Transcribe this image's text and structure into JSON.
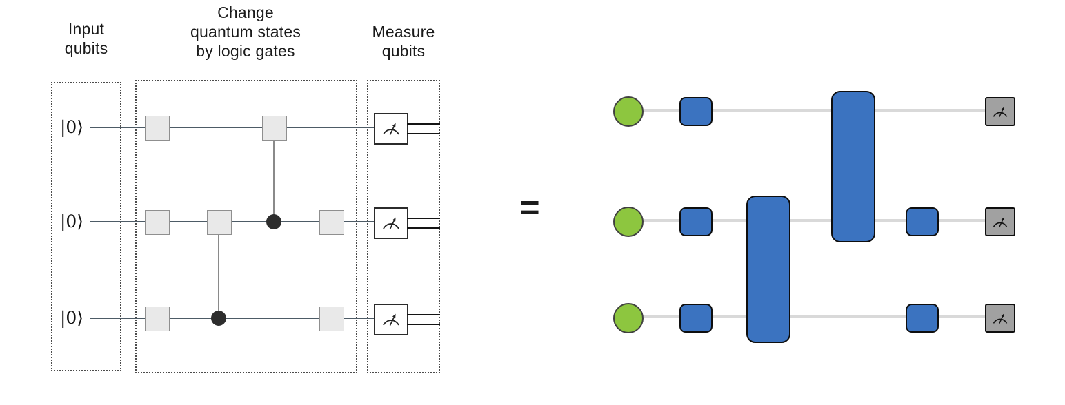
{
  "labels": {
    "input": [
      "Input",
      "qubits"
    ],
    "gates": [
      "Change",
      "quantum states",
      "by logic gates"
    ],
    "measure": [
      "Measure",
      "qubits"
    ]
  },
  "equals": "=",
  "left_circuit": {
    "num_qubits": 3,
    "inputs": [
      "|0⟩",
      "|0⟩",
      "|0⟩"
    ],
    "gate_boxes": [
      {
        "qubit": 1,
        "column": 1
      },
      {
        "qubit": 1,
        "column": 3
      },
      {
        "qubit": 2,
        "column": 1
      },
      {
        "qubit": 2,
        "column": 2
      },
      {
        "qubit": 2,
        "column": 4
      },
      {
        "qubit": 3,
        "column": 1
      },
      {
        "qubit": 3,
        "column": 4
      }
    ],
    "controlled_gates": [
      {
        "control_qubit": 2,
        "target_qubit": 1,
        "column": 3
      },
      {
        "control_qubit": 3,
        "target_qubit": 2,
        "column": 2
      }
    ],
    "measurements": [
      1,
      2,
      3
    ]
  },
  "right_circuit": {
    "num_qubits": 3,
    "input_nodes": 3,
    "single_qubit_gates": [
      {
        "qubit": 1,
        "column": 1
      },
      {
        "qubit": 2,
        "column": 1
      },
      {
        "qubit": 3,
        "column": 1
      },
      {
        "qubit": 2,
        "column": 4
      },
      {
        "qubit": 3,
        "column": 4
      }
    ],
    "two_qubit_gates": [
      {
        "qubits": [
          2,
          3
        ],
        "column": 2
      },
      {
        "qubits": [
          1,
          2
        ],
        "column": 3
      }
    ],
    "measurements": [
      1,
      2,
      3
    ]
  },
  "colors": {
    "green": "#8dc63f",
    "blue": "#3b73c0",
    "measure_gray": "#a1a1a1",
    "wire_light": "#d9d9d9",
    "wire_dark": "#4d5b66",
    "gate_fill": "#e9e9e9",
    "gate_border": "#8f8f8f",
    "dot": "#2d2d2d"
  }
}
